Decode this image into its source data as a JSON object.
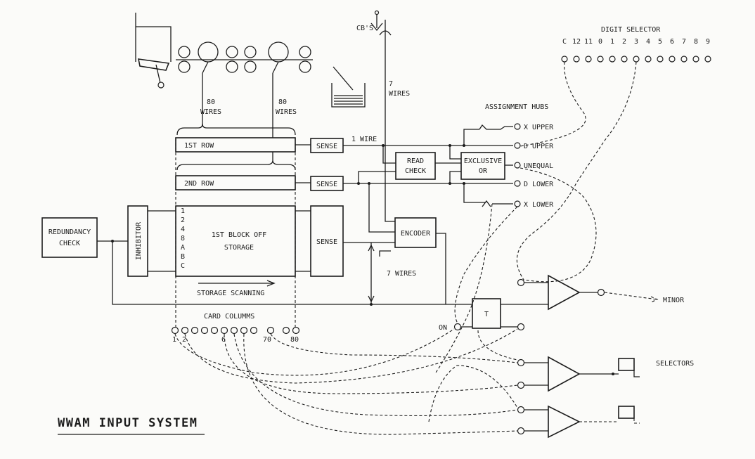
{
  "title": "WWAM INPUT SYSTEM",
  "labels": {
    "cbs": "CB'S",
    "seven_wires_top_num": "7",
    "seven_wires_top": "WIRES",
    "eighty_left_num": "80",
    "eighty_left": "WIRES",
    "eighty_right_num": "80",
    "eighty_right": "WIRES",
    "first_row": "1ST ROW",
    "second_row": "2ND ROW",
    "sense": "SENSE",
    "one_wire": "1 WIRE",
    "read_check_1": "READ",
    "read_check_2": "CHECK",
    "exclusive_or_1": "EXCLUSIVE",
    "exclusive_or_2": "OR",
    "redundancy_1": "REDUNDANCY",
    "redundancy_2": "CHECK",
    "inhibitor": "INHIBITOR",
    "storage_1": "1ST BLOCK OFF",
    "storage_2": "STORAGE",
    "storage_rows": [
      "1",
      "2",
      "4",
      "8",
      "A",
      "B",
      "C"
    ],
    "encoder": "ENCODER",
    "seven_wires_mid": "7 WIRES",
    "storage_scanning": "STORAGE SCANNING",
    "card_columns": "CARD COLUMMS",
    "col_nums": [
      "1",
      "2",
      "6",
      "70",
      "80"
    ],
    "timer": "T",
    "on": "ON",
    "minor": "MINOR",
    "selectors": "SELECTORS",
    "digit_selector": "DIGIT SELECTOR",
    "digits": [
      "C",
      "12",
      "11",
      "0",
      "1",
      "2",
      "3",
      "4",
      "5",
      "6",
      "7",
      "8",
      "9"
    ],
    "assignment_hubs": "ASSIGNMENT HUBS",
    "hubs": [
      "X UPPER",
      "D UPPER",
      "UNEQUAL",
      "D LOWER",
      "X LOWER"
    ]
  }
}
